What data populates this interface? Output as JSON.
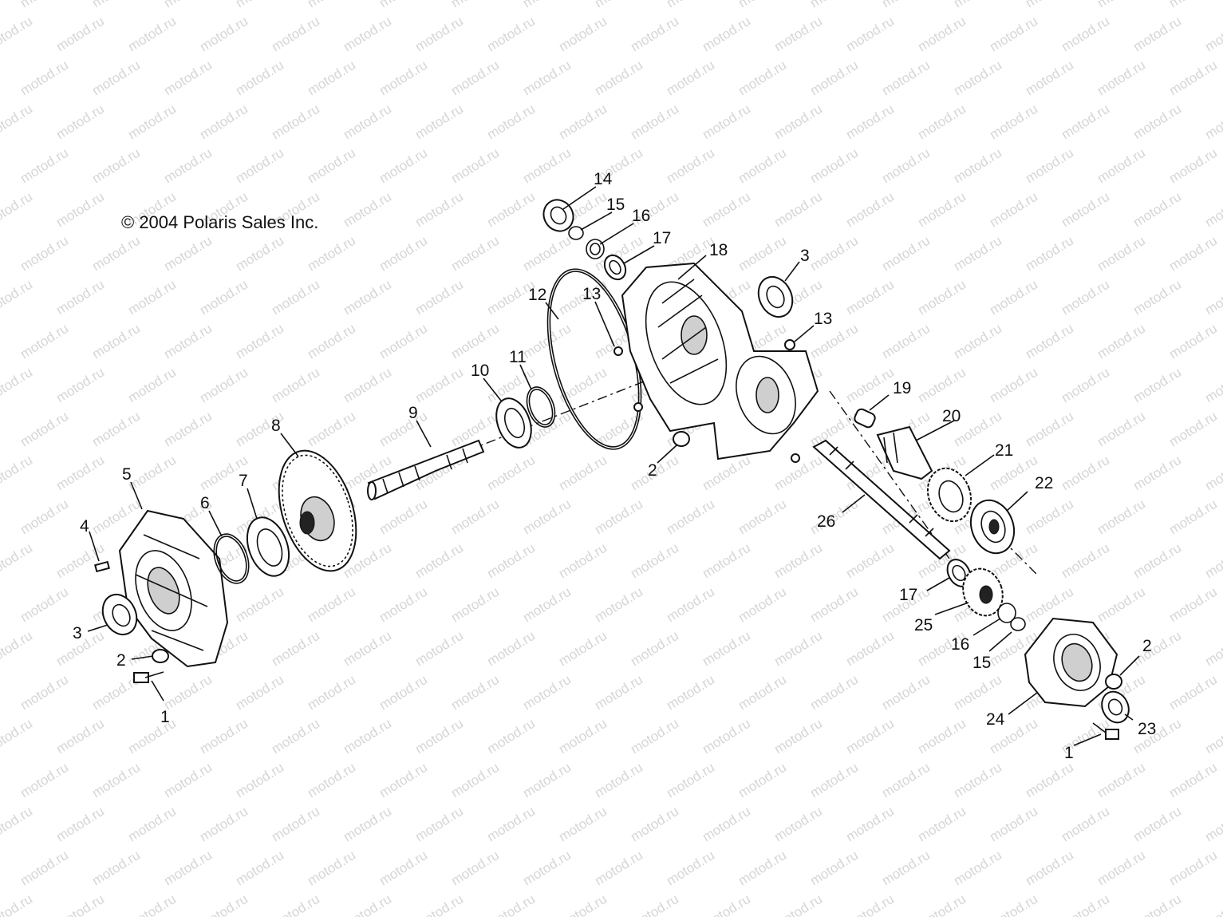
{
  "copyright": "© 2004 Polaris Sales Inc.",
  "watermark": "motod.ru",
  "callouts": [
    "1",
    "2",
    "3",
    "4",
    "5",
    "6",
    "7",
    "8",
    "9",
    "10",
    "11",
    "12",
    "13",
    "14",
    "15",
    "16",
    "17",
    "18",
    "19",
    "20",
    "21",
    "22",
    "23",
    "24",
    "25",
    "26"
  ]
}
